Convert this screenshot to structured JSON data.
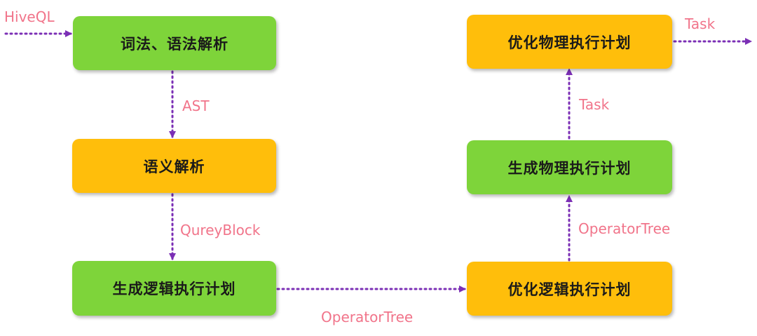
{
  "nodes": {
    "lexical_parse": {
      "label": "词法、语法解析",
      "color": "#7ed43a"
    },
    "semantic_parse": {
      "label": "语义解析",
      "color": "#ffbe0b"
    },
    "gen_logical_plan": {
      "label": "生成逻辑执行计划",
      "color": "#7ed43a"
    },
    "opt_logical_plan": {
      "label": "优化逻辑执行计划",
      "color": "#ffbe0b"
    },
    "gen_physical_plan": {
      "label": "生成物理执行计划",
      "color": "#7ed43a"
    },
    "opt_physical_plan": {
      "label": "优化物理执行计划",
      "color": "#ffbe0b"
    }
  },
  "edges": {
    "input": "HiveQL",
    "lexical_to_semantic": "AST",
    "semantic_to_logical": "QureyBlock",
    "logical_to_opt_logical": "OperatorTree",
    "opt_logical_to_physical": "OperatorTree",
    "physical_to_opt_physical": "Task",
    "output": "Task"
  },
  "colors": {
    "arrow": "#7b2fb5",
    "edge_label": "#f1748a",
    "green_node": "#7ed43a",
    "orange_node": "#ffbe0b"
  }
}
